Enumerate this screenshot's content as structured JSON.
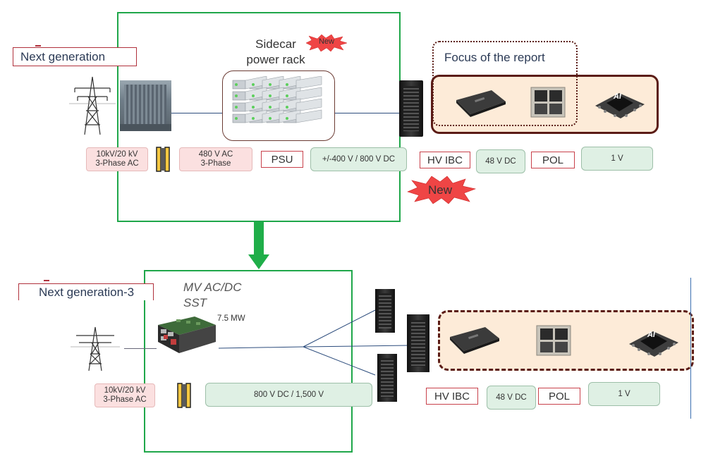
{
  "top": {
    "next_generation": "Next generation",
    "sidecar_title": "Sidecar\npower rack",
    "new_small": "New",
    "focus_title": "Focus of the report",
    "new_large": "New",
    "grid_input": "10kV/20 kV\n3-Phase AC",
    "ac_480": "480 V AC\n3-Phase",
    "psu": "PSU",
    "dc_bus": "+/-400 V / 800 V DC",
    "hv_ibc": "HV IBC",
    "v48": "48 V DC",
    "pol": "POL",
    "v1": "1 V"
  },
  "bottom": {
    "next_generation": "Next generation-3",
    "sst_title": "MV AC/DC\nSST",
    "power": "7.5 MW",
    "grid_input": "10kV/20 kV\n3-Phase AC",
    "dc_bus": "800 V DC / 1,500 V",
    "hv_ibc": "HV IBC",
    "v48": "48 V DC",
    "pol": "POL",
    "v1": "1 V"
  },
  "icons": {
    "chip_label": "AI"
  },
  "colors": {
    "green_frame": "#1fa74a",
    "arrow": "#1fae49",
    "focus_fill": "#fdebd8",
    "focus_border": "#5b1c16",
    "label_border": "#b0313c"
  }
}
